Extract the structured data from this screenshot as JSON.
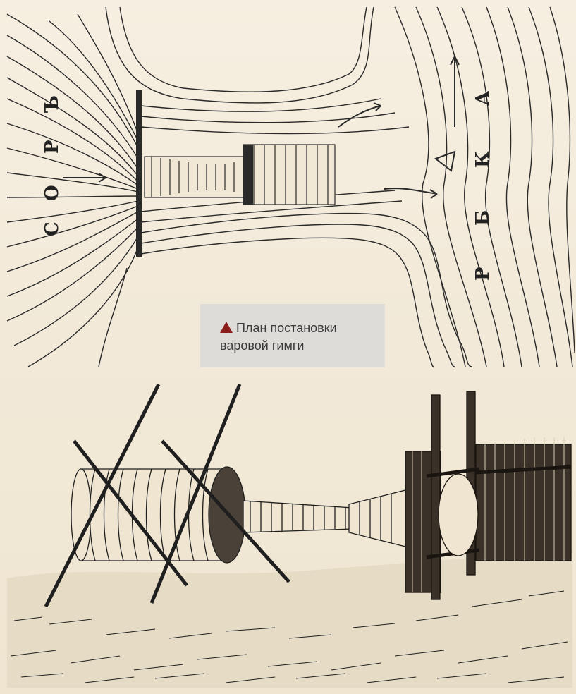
{
  "caption": {
    "line1": "План постановки",
    "line2": "варовой гимги",
    "marker_color": "#8c1d1d"
  },
  "plan_labels": {
    "left_channel": [
      "С",
      "О",
      "Р",
      "Ъ"
    ],
    "right_river": [
      "Р",
      "Б",
      "К",
      "А"
    ]
  },
  "colors": {
    "paper": "#f4ecdc",
    "ink": "#222222",
    "caption_bg": "#dedcd8"
  }
}
